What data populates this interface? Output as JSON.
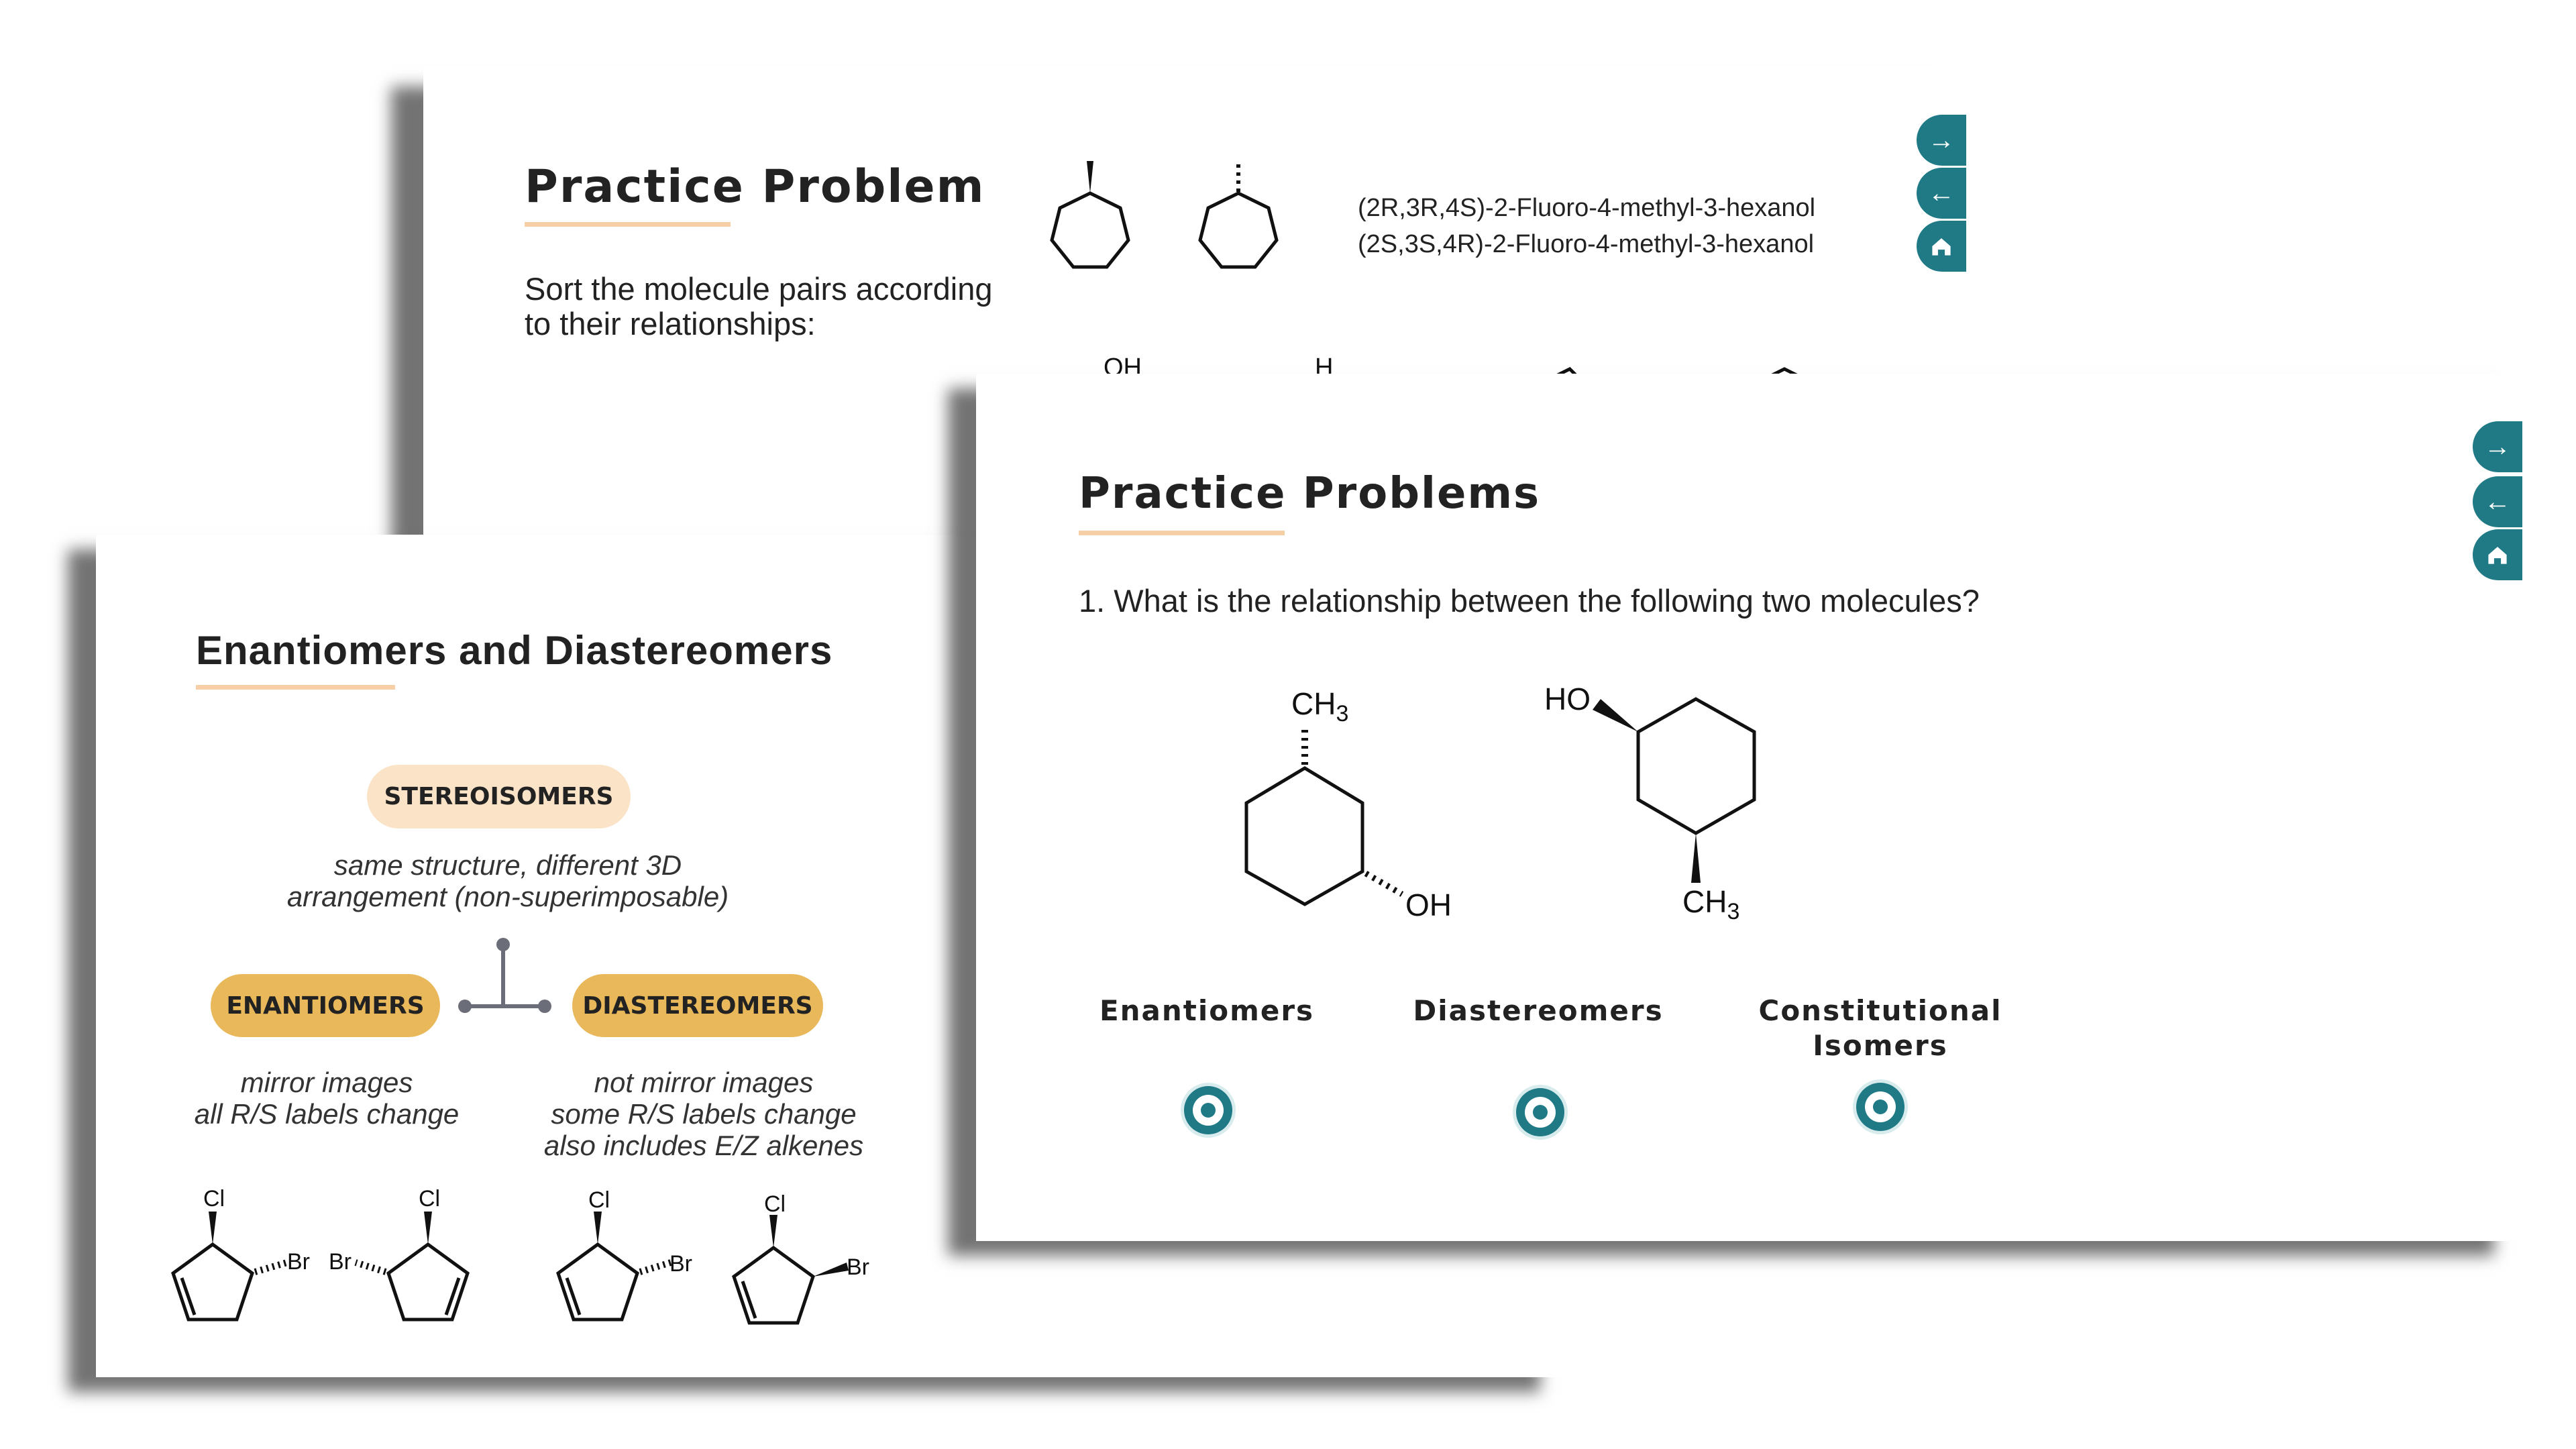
{
  "colors": {
    "accent_teal": "#1f7a86",
    "underline": "#f6cfa6",
    "stereo_pill": "#fbe3c8",
    "sub_pill": "#e9b85a",
    "connector": "#6b6e78"
  },
  "slide_back": {
    "title": "Practice Problem",
    "instruction_line1": "Sort the molecule pairs according",
    "instruction_line2": "to their relationships:",
    "name1": "(2R,3R,4S)-2-Fluoro-4-methyl-3-hexanol",
    "name2": "(2S,3S,4R)-2-Fluoro-4-methyl-3-hexanol",
    "partial_label_oh": "OH",
    "partial_label_h": "H",
    "nav": [
      {
        "icon": "arrow-right-icon",
        "glyph": "→"
      },
      {
        "icon": "arrow-left-icon",
        "glyph": "←"
      },
      {
        "icon": "home-icon"
      }
    ]
  },
  "slide_left": {
    "title": "Enantiomers and Diastereomers",
    "root": "STEREOISOMERS",
    "root_desc_line1": "same structure, different 3D",
    "root_desc_line2": "arrangement (non-superimposable)",
    "left": {
      "label": "ENANTIOMERS",
      "desc": [
        "mirror images",
        "all R/S labels change"
      ]
    },
    "right": {
      "label": "DIASTEREOMERS",
      "desc": [
        "not mirror images",
        "some R/S labels change",
        "also includes E/Z alkenes"
      ]
    },
    "atom_cl": "Cl",
    "atom_br": "Br"
  },
  "slide_front": {
    "title": "Practice Problems",
    "question": "1. What is the relationship between the following two molecules?",
    "mol_a": {
      "top": "CH",
      "top_sub": "3",
      "bottom": "OH"
    },
    "mol_b": {
      "top": "HO",
      "bottom": "CH",
      "bottom_sub": "3"
    },
    "options": [
      {
        "line1": "Enantiomers",
        "line2": ""
      },
      {
        "line1": "Diastereomers",
        "line2": ""
      },
      {
        "line1": "Constitutional",
        "line2": "Isomers"
      }
    ],
    "nav": [
      {
        "icon": "arrow-right-icon",
        "glyph": "→"
      },
      {
        "icon": "arrow-left-icon",
        "glyph": "←"
      },
      {
        "icon": "home-icon"
      }
    ]
  }
}
